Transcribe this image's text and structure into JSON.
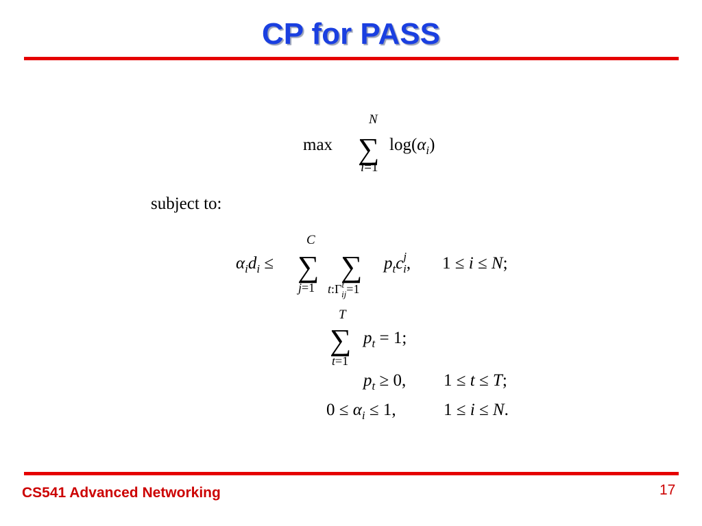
{
  "slide": {
    "title": "CP for PASS",
    "subject_to": "subject to:",
    "footer_title": "CS541 Advanced Networking",
    "page_number": "17"
  },
  "formula": {
    "objective": {
      "max": "max",
      "sum_upper": "N",
      "sum_lower": "i=1",
      "term": "log(αi)"
    },
    "constraints": [
      "αi di ≤ Σ(j=1..C) Σ(t:Γtij=1) pt cij,   1 ≤ i ≤ N;",
      "Σ(t=1..T) pt = 1;",
      "pt ≥ 0,   1 ≤ t ≤ T;",
      "0 ≤ αi ≤ 1,   1 ≤ i ≤ N."
    ]
  },
  "colors": {
    "title": "#1a3fe0",
    "rule": "#e50000",
    "footer": "#cc0000"
  }
}
